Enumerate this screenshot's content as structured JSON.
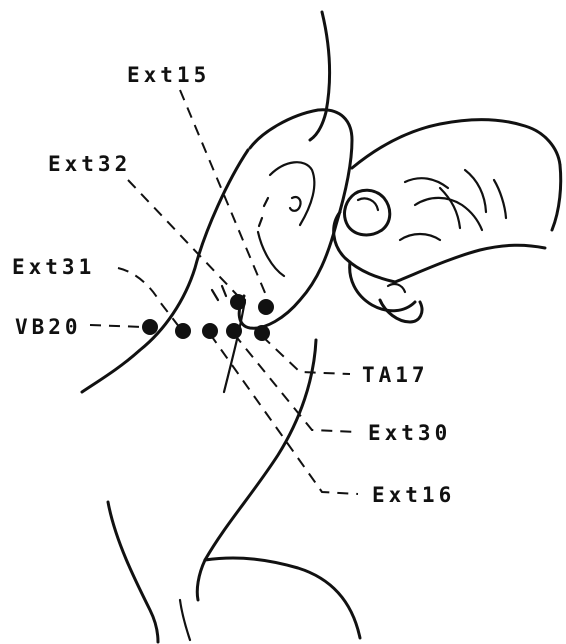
{
  "labels": {
    "ext15": "Ext15",
    "ext32": "Ext32",
    "ext31": "Ext31",
    "vb20": "VB20",
    "ta17": "TA17",
    "ext30": "Ext30",
    "ext16": "Ext16"
  },
  "colors": {
    "ink": "#111111",
    "background": "#ffffff"
  }
}
